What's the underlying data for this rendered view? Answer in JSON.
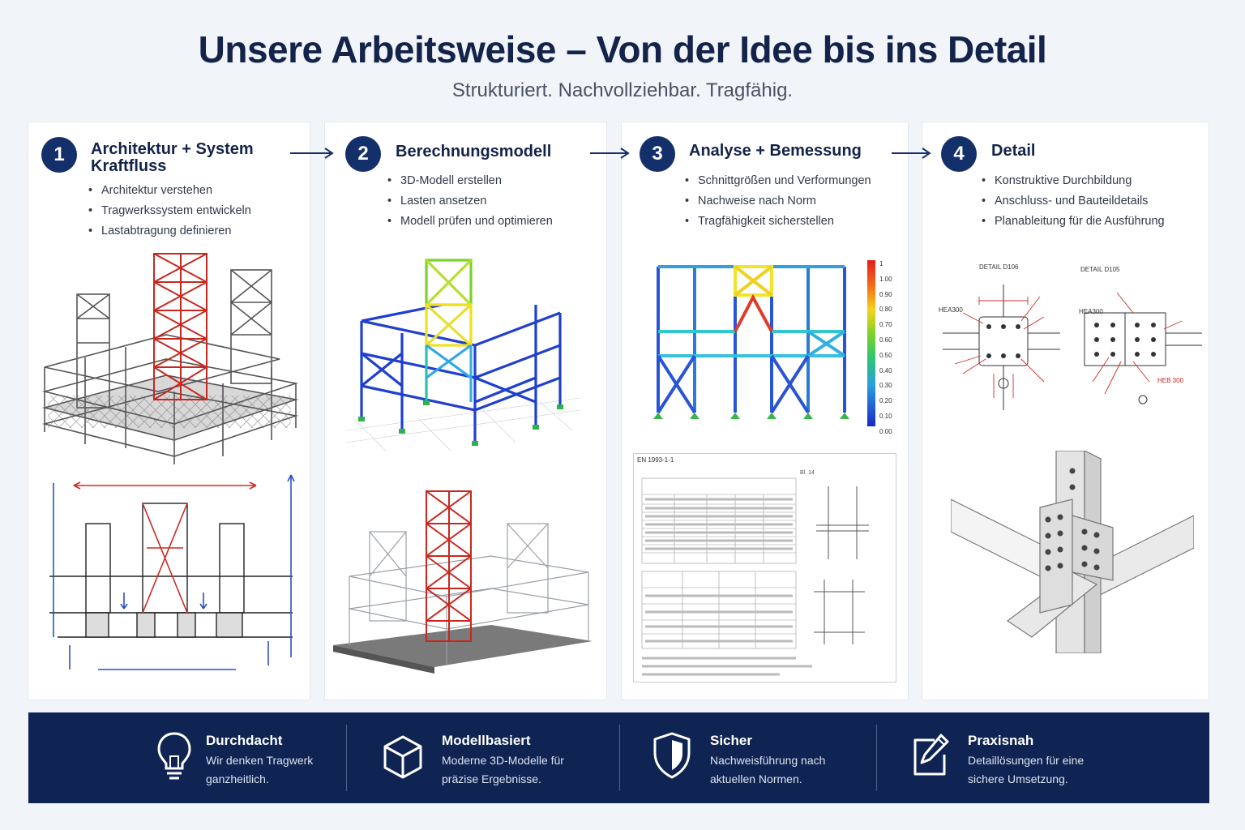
{
  "header": {
    "title": "Unsere Arbeitsweise – Von der Idee bis ins Detail",
    "subtitle": "Strukturiert. Nachvollziehbar. Tragfähig."
  },
  "steps": [
    {
      "number": "1",
      "title_line1": "Architektur + System",
      "title_line2": "Kraftfluss",
      "bullets": [
        "Architektur verstehen",
        "Tragwerkssystem entwickeln",
        "Lastabtragung definieren"
      ]
    },
    {
      "number": "2",
      "title_line1": "Berechnungsmodell",
      "title_line2": "",
      "bullets": [
        "3D-Modell erstellen",
        "Lasten ansetzen",
        "Modell prüfen und optimieren"
      ]
    },
    {
      "number": "3",
      "title_line1": "Analyse + Bemessung",
      "title_line2": "",
      "bullets": [
        "Schnittgrößen und Verformungen",
        "Nachweise nach Norm",
        "Tragfähigkeit sicherstellen"
      ]
    },
    {
      "number": "4",
      "title_line1": "Detail",
      "title_line2": "",
      "bullets": [
        "Konstruktive Durchbildung",
        "Anschluss- und Bauteildetails",
        "Planableitung für die Ausführung"
      ]
    }
  ],
  "analysis": {
    "legend_values": [
      "1",
      "1.00",
      "0.90",
      "0.80",
      "0.70",
      "0.60",
      "0.50",
      "0.40",
      "0.30",
      "0.20",
      "0.10",
      "0.00"
    ],
    "report_norm": "EN 1993-1-1",
    "report_ref": "Bl. 14"
  },
  "details": {
    "detail_a": "DETAIL D106",
    "detail_b": "DETAIL D105",
    "profile_a": "HEA300",
    "profile_b": "HEA300",
    "profile_c": "HEB 300"
  },
  "features": [
    {
      "icon": "lightbulb-icon",
      "title": "Durchdacht",
      "desc": "Wir denken Tragwerk ganzheitlich."
    },
    {
      "icon": "cube-icon",
      "title": "Modellbasiert",
      "desc": "Moderne 3D-Modelle für präzise Ergebnisse."
    },
    {
      "icon": "shield-icon",
      "title": "Sicher",
      "desc": "Nachweisführung nach aktuellen Normen."
    },
    {
      "icon": "pencil-edit-icon",
      "title": "Praxisnah",
      "desc": "Detaillösungen für eine sichere Umsetzung."
    }
  ],
  "colors": {
    "navy": "#14306a",
    "footer": "#0f2452",
    "load_red": "#d22c2c",
    "model_blue": "#1f3fd0"
  }
}
